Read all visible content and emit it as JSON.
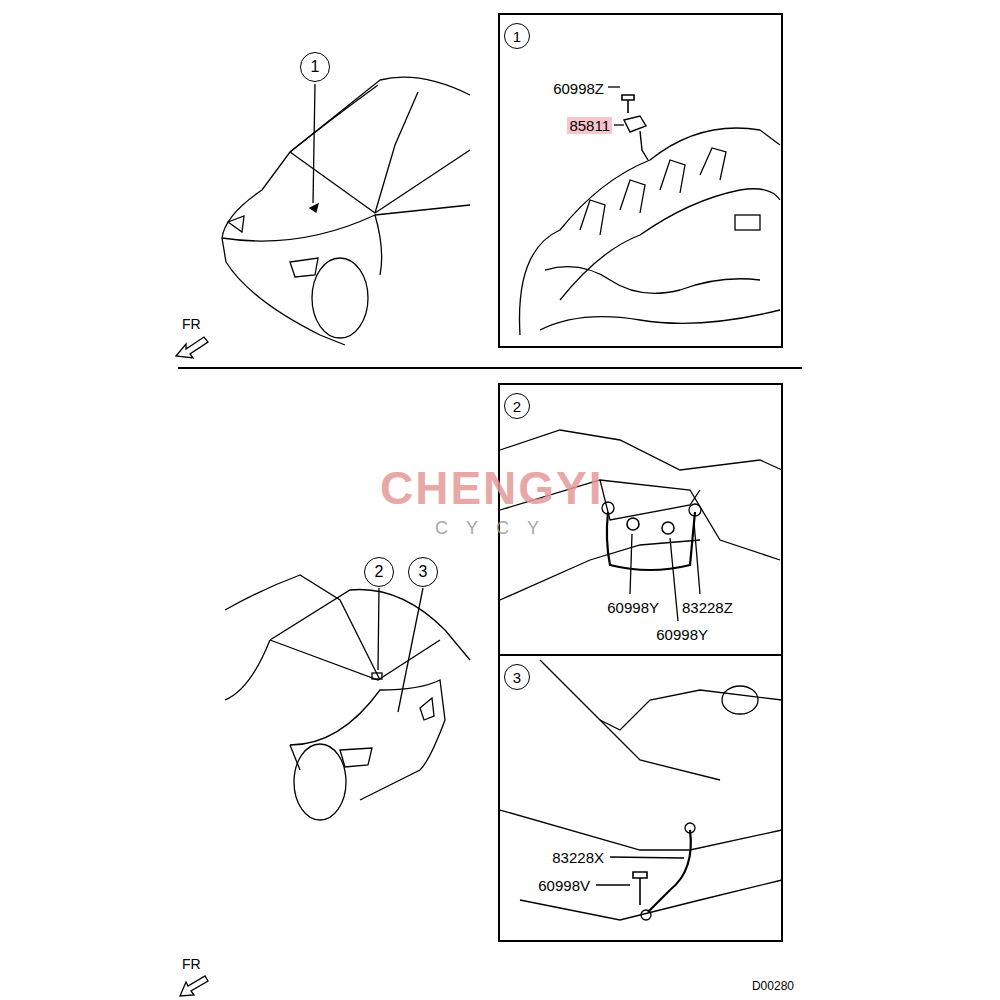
{
  "diagram": {
    "nodes": [
      {
        "text": [
          "1"
        ]
      },
      {
        "text": [
          "1"
        ]
      },
      {
        "text": [
          "2"
        ]
      },
      {
        "text": [
          "3"
        ]
      },
      {
        "text": [
          "2"
        ]
      },
      {
        "text": [
          "3"
        ]
      }
    ],
    "labels": [
      "60998Z",
      "85811",
      "60998Y",
      "83228Z",
      "60998Y",
      "83228X",
      "60998V",
      "FR",
      "FR",
      "D00280",
      "CHENGYI",
      "CYCY"
    ]
  }
}
